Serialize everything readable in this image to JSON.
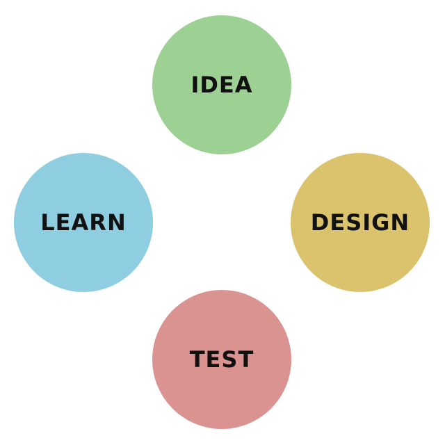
{
  "nodes": {
    "idea": {
      "label": "IDEA",
      "color": "#9cd193"
    },
    "design": {
      "label": "DESIGN",
      "color": "#dbc36e"
    },
    "test": {
      "label": "TEST",
      "color": "#db9391"
    },
    "learn": {
      "label": "LEARN",
      "color": "#8fcde0"
    }
  }
}
